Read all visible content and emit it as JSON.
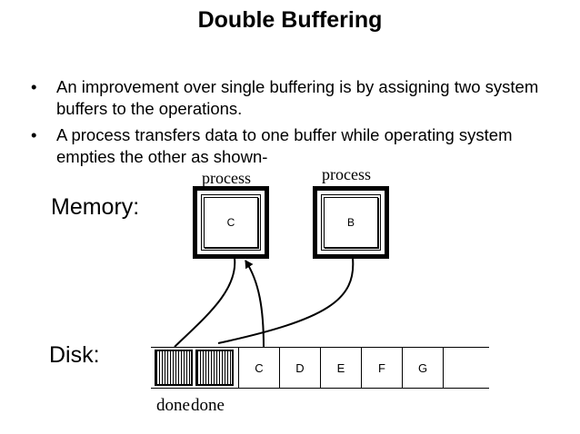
{
  "title": "Double Buffering",
  "bullets": [
    "An improvement over single buffering is by assigning two system buffers to the operations.",
    "A process transfers data to one buffer while operating system empties the other as shown-"
  ],
  "memory_label": "Memory:",
  "disk_label": "Disk:",
  "buffers": [
    {
      "process_label": "process",
      "content": "C"
    },
    {
      "process_label": "process",
      "content": "B"
    }
  ],
  "disk_blocks": [
    "",
    "",
    "C",
    "D",
    "E",
    "F",
    "G",
    ""
  ],
  "done_labels": [
    "done",
    "done"
  ]
}
